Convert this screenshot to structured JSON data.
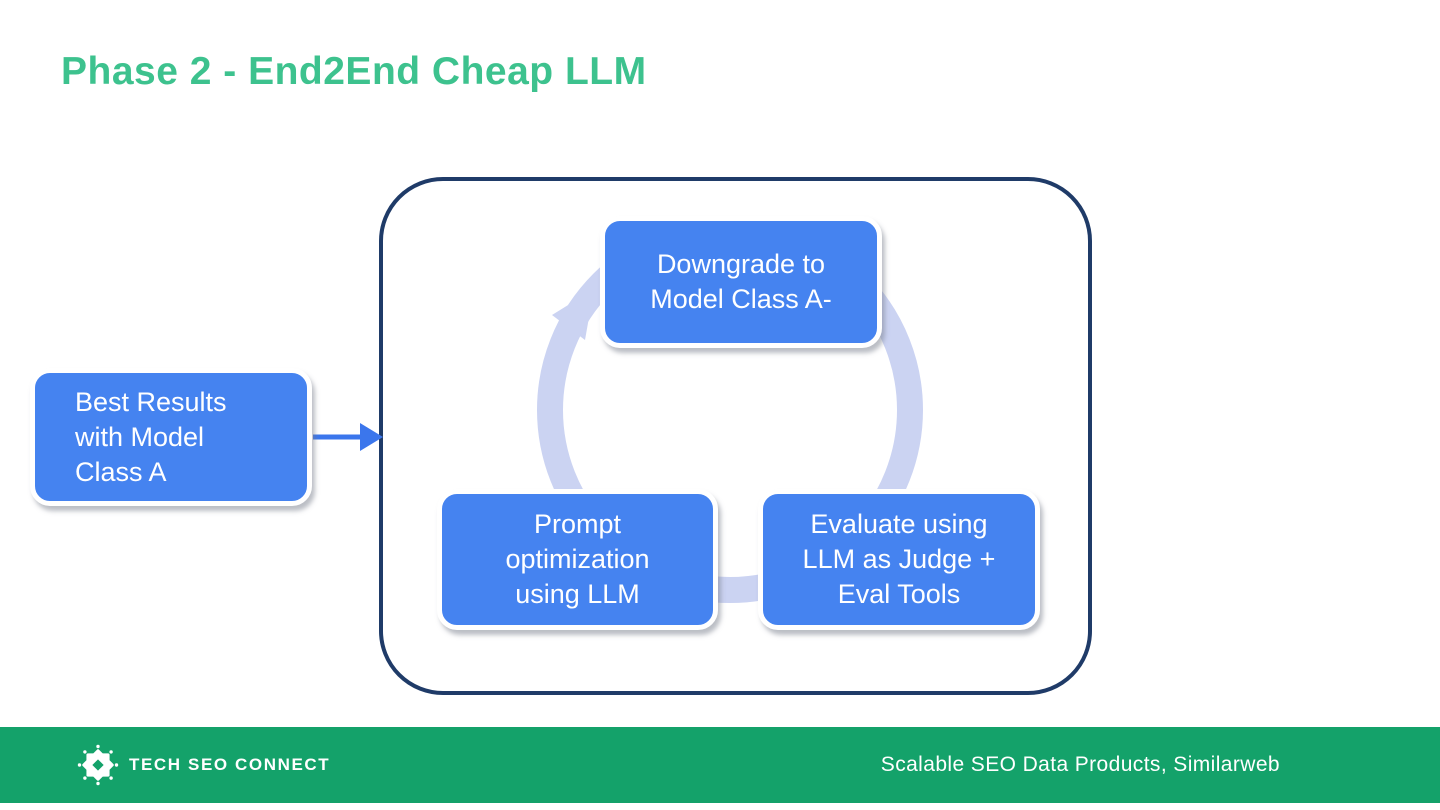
{
  "slide": {
    "title": "Phase 2 - End2End Cheap LLM"
  },
  "diagram": {
    "input_box": {
      "label": "Best Results\nwith Model\nClass A"
    },
    "cycle": [
      {
        "id": "downgrade",
        "label": "Downgrade to\nModel Class A-"
      },
      {
        "id": "evaluate",
        "label": "Evaluate using\nLLM as Judge +\nEval Tools"
      },
      {
        "id": "prompt",
        "label": "Prompt\noptimization\nusing LLM"
      }
    ]
  },
  "footer": {
    "brand": "TECH SEO CONNECT",
    "caption": "Scalable SEO Data Products, Similarweb"
  },
  "colors": {
    "title_green": "#3DC28E",
    "footer_green": "#14A26A",
    "node_blue": "#4583F0",
    "arrow_blue": "#3B76EC",
    "cycle_ring": "#CBD3F2",
    "container_border": "#1F3B68"
  }
}
